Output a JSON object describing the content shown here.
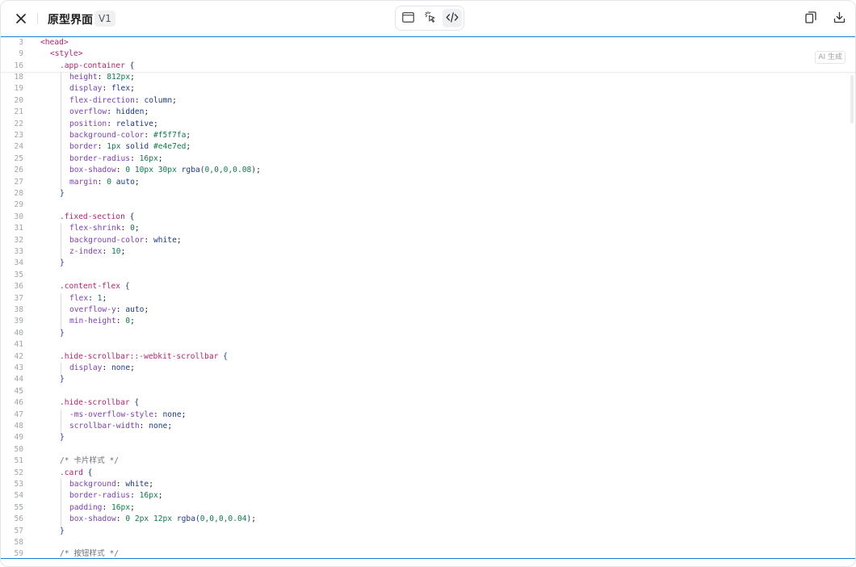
{
  "header": {
    "title": "原型界面",
    "version": "V1",
    "icons": {
      "close": "close-icon",
      "preview": "window-icon",
      "interact": "pointer-click-icon",
      "code": "code-icon",
      "copy": "copy-icon",
      "download": "download-icon"
    },
    "accent_color": "#1e7bd6"
  },
  "editor": {
    "ai_badge": "AI 生成",
    "sticky_lines": [
      {
        "num": "3",
        "indent": 0,
        "tokens": [
          {
            "t": "tag",
            "v": "<head>"
          }
        ]
      },
      {
        "num": "9",
        "indent": 1,
        "tokens": [
          {
            "t": "tag",
            "v": "<style>"
          }
        ]
      },
      {
        "num": "16",
        "indent": 2,
        "tokens": [
          {
            "t": "sel",
            "v": ".app-container"
          },
          {
            "t": "brace",
            "v": " {"
          }
        ]
      }
    ],
    "lines": [
      {
        "num": "18",
        "indent": 3,
        "tokens": [
          {
            "t": "prop",
            "v": "height"
          },
          {
            "t": "punc",
            "v": ": "
          },
          {
            "t": "num",
            "v": "812px"
          },
          {
            "t": "punc",
            "v": ";"
          }
        ]
      },
      {
        "num": "19",
        "indent": 3,
        "tokens": [
          {
            "t": "prop",
            "v": "display"
          },
          {
            "t": "punc",
            "v": ": "
          },
          {
            "t": "val",
            "v": "flex"
          },
          {
            "t": "punc",
            "v": ";"
          }
        ]
      },
      {
        "num": "20",
        "indent": 3,
        "tokens": [
          {
            "t": "prop",
            "v": "flex-direction"
          },
          {
            "t": "punc",
            "v": ": "
          },
          {
            "t": "val",
            "v": "column"
          },
          {
            "t": "punc",
            "v": ";"
          }
        ]
      },
      {
        "num": "21",
        "indent": 3,
        "tokens": [
          {
            "t": "prop",
            "v": "overflow"
          },
          {
            "t": "punc",
            "v": ": "
          },
          {
            "t": "val",
            "v": "hidden"
          },
          {
            "t": "punc",
            "v": ";"
          }
        ]
      },
      {
        "num": "22",
        "indent": 3,
        "tokens": [
          {
            "t": "prop",
            "v": "position"
          },
          {
            "t": "punc",
            "v": ": "
          },
          {
            "t": "val",
            "v": "relative"
          },
          {
            "t": "punc",
            "v": ";"
          }
        ]
      },
      {
        "num": "23",
        "indent": 3,
        "tokens": [
          {
            "t": "prop",
            "v": "background-color"
          },
          {
            "t": "punc",
            "v": ": "
          },
          {
            "t": "num",
            "v": "#f5f7fa"
          },
          {
            "t": "punc",
            "v": ";"
          }
        ]
      },
      {
        "num": "24",
        "indent": 3,
        "tokens": [
          {
            "t": "prop",
            "v": "border"
          },
          {
            "t": "punc",
            "v": ": "
          },
          {
            "t": "num",
            "v": "1px"
          },
          {
            "t": "val",
            "v": " solid "
          },
          {
            "t": "num",
            "v": "#e4e7ed"
          },
          {
            "t": "punc",
            "v": ";"
          }
        ]
      },
      {
        "num": "25",
        "indent": 3,
        "tokens": [
          {
            "t": "prop",
            "v": "border-radius"
          },
          {
            "t": "punc",
            "v": ": "
          },
          {
            "t": "num",
            "v": "16px"
          },
          {
            "t": "punc",
            "v": ";"
          }
        ]
      },
      {
        "num": "26",
        "indent": 3,
        "tokens": [
          {
            "t": "prop",
            "v": "box-shadow"
          },
          {
            "t": "punc",
            "v": ": "
          },
          {
            "t": "num",
            "v": "0 10px 30px"
          },
          {
            "t": "val",
            "v": " rgba("
          },
          {
            "t": "num",
            "v": "0,0,0,0.08"
          },
          {
            "t": "val",
            "v": ")"
          },
          {
            "t": "punc",
            "v": ";"
          }
        ]
      },
      {
        "num": "27",
        "indent": 3,
        "tokens": [
          {
            "t": "prop",
            "v": "margin"
          },
          {
            "t": "punc",
            "v": ": "
          },
          {
            "t": "num",
            "v": "0"
          },
          {
            "t": "val",
            "v": " auto"
          },
          {
            "t": "punc",
            "v": ";"
          }
        ]
      },
      {
        "num": "28",
        "indent": 2,
        "tokens": [
          {
            "t": "brace",
            "v": "}"
          }
        ]
      },
      {
        "num": "29",
        "indent": 0,
        "tokens": []
      },
      {
        "num": "30",
        "indent": 2,
        "tokens": [
          {
            "t": "sel",
            "v": ".fixed-section"
          },
          {
            "t": "brace",
            "v": " {"
          }
        ]
      },
      {
        "num": "31",
        "indent": 3,
        "tokens": [
          {
            "t": "prop",
            "v": "flex-shrink"
          },
          {
            "t": "punc",
            "v": ": "
          },
          {
            "t": "num",
            "v": "0"
          },
          {
            "t": "punc",
            "v": ";"
          }
        ]
      },
      {
        "num": "32",
        "indent": 3,
        "tokens": [
          {
            "t": "prop",
            "v": "background-color"
          },
          {
            "t": "punc",
            "v": ": "
          },
          {
            "t": "val",
            "v": "white"
          },
          {
            "t": "punc",
            "v": ";"
          }
        ]
      },
      {
        "num": "33",
        "indent": 3,
        "tokens": [
          {
            "t": "prop",
            "v": "z-index"
          },
          {
            "t": "punc",
            "v": ": "
          },
          {
            "t": "num",
            "v": "10"
          },
          {
            "t": "punc",
            "v": ";"
          }
        ]
      },
      {
        "num": "34",
        "indent": 2,
        "tokens": [
          {
            "t": "brace",
            "v": "}"
          }
        ]
      },
      {
        "num": "35",
        "indent": 0,
        "tokens": []
      },
      {
        "num": "36",
        "indent": 2,
        "tokens": [
          {
            "t": "sel",
            "v": ".content-flex"
          },
          {
            "t": "brace",
            "v": " {"
          }
        ]
      },
      {
        "num": "37",
        "indent": 3,
        "tokens": [
          {
            "t": "prop",
            "v": "flex"
          },
          {
            "t": "punc",
            "v": ": "
          },
          {
            "t": "num",
            "v": "1"
          },
          {
            "t": "punc",
            "v": ";"
          }
        ]
      },
      {
        "num": "38",
        "indent": 3,
        "tokens": [
          {
            "t": "prop",
            "v": "overflow-y"
          },
          {
            "t": "punc",
            "v": ": "
          },
          {
            "t": "val",
            "v": "auto"
          },
          {
            "t": "punc",
            "v": ";"
          }
        ]
      },
      {
        "num": "39",
        "indent": 3,
        "tokens": [
          {
            "t": "prop",
            "v": "min-height"
          },
          {
            "t": "punc",
            "v": ": "
          },
          {
            "t": "num",
            "v": "0"
          },
          {
            "t": "punc",
            "v": ";"
          }
        ]
      },
      {
        "num": "40",
        "indent": 2,
        "tokens": [
          {
            "t": "brace",
            "v": "}"
          }
        ]
      },
      {
        "num": "41",
        "indent": 0,
        "tokens": []
      },
      {
        "num": "42",
        "indent": 2,
        "tokens": [
          {
            "t": "sel",
            "v": ".hide-scrollbar::-webkit-scrollbar"
          },
          {
            "t": "brace",
            "v": " {"
          }
        ]
      },
      {
        "num": "43",
        "indent": 3,
        "tokens": [
          {
            "t": "prop",
            "v": "display"
          },
          {
            "t": "punc",
            "v": ": "
          },
          {
            "t": "val",
            "v": "none"
          },
          {
            "t": "punc",
            "v": ";"
          }
        ]
      },
      {
        "num": "44",
        "indent": 2,
        "tokens": [
          {
            "t": "brace",
            "v": "}"
          }
        ]
      },
      {
        "num": "45",
        "indent": 0,
        "tokens": []
      },
      {
        "num": "46",
        "indent": 2,
        "tokens": [
          {
            "t": "sel",
            "v": ".hide-scrollbar"
          },
          {
            "t": "brace",
            "v": " {"
          }
        ]
      },
      {
        "num": "47",
        "indent": 3,
        "tokens": [
          {
            "t": "prop",
            "v": "-ms-overflow-style"
          },
          {
            "t": "punc",
            "v": ": "
          },
          {
            "t": "val",
            "v": "none"
          },
          {
            "t": "punc",
            "v": ";"
          }
        ]
      },
      {
        "num": "48",
        "indent": 3,
        "tokens": [
          {
            "t": "prop",
            "v": "scrollbar-width"
          },
          {
            "t": "punc",
            "v": ": "
          },
          {
            "t": "val",
            "v": "none"
          },
          {
            "t": "punc",
            "v": ";"
          }
        ]
      },
      {
        "num": "49",
        "indent": 2,
        "tokens": [
          {
            "t": "brace",
            "v": "}"
          }
        ]
      },
      {
        "num": "50",
        "indent": 0,
        "tokens": []
      },
      {
        "num": "51",
        "indent": 2,
        "tokens": [
          {
            "t": "com",
            "v": "/* 卡片样式 */"
          }
        ]
      },
      {
        "num": "52",
        "indent": 2,
        "tokens": [
          {
            "t": "sel",
            "v": ".card"
          },
          {
            "t": "brace",
            "v": " {"
          }
        ]
      },
      {
        "num": "53",
        "indent": 3,
        "tokens": [
          {
            "t": "prop",
            "v": "background"
          },
          {
            "t": "punc",
            "v": ": "
          },
          {
            "t": "val",
            "v": "white"
          },
          {
            "t": "punc",
            "v": ";"
          }
        ]
      },
      {
        "num": "54",
        "indent": 3,
        "tokens": [
          {
            "t": "prop",
            "v": "border-radius"
          },
          {
            "t": "punc",
            "v": ": "
          },
          {
            "t": "num",
            "v": "16px"
          },
          {
            "t": "punc",
            "v": ";"
          }
        ]
      },
      {
        "num": "55",
        "indent": 3,
        "tokens": [
          {
            "t": "prop",
            "v": "padding"
          },
          {
            "t": "punc",
            "v": ": "
          },
          {
            "t": "num",
            "v": "16px"
          },
          {
            "t": "punc",
            "v": ";"
          }
        ]
      },
      {
        "num": "56",
        "indent": 3,
        "tokens": [
          {
            "t": "prop",
            "v": "box-shadow"
          },
          {
            "t": "punc",
            "v": ": "
          },
          {
            "t": "num",
            "v": "0 2px 12px"
          },
          {
            "t": "val",
            "v": " rgba("
          },
          {
            "t": "num",
            "v": "0,0,0,0.04"
          },
          {
            "t": "val",
            "v": ")"
          },
          {
            "t": "punc",
            "v": ";"
          }
        ]
      },
      {
        "num": "57",
        "indent": 2,
        "tokens": [
          {
            "t": "brace",
            "v": "}"
          }
        ]
      },
      {
        "num": "58",
        "indent": 0,
        "tokens": []
      },
      {
        "num": "59",
        "indent": 2,
        "tokens": [
          {
            "t": "com",
            "v": "/* 按钮样式 */"
          }
        ]
      }
    ]
  }
}
